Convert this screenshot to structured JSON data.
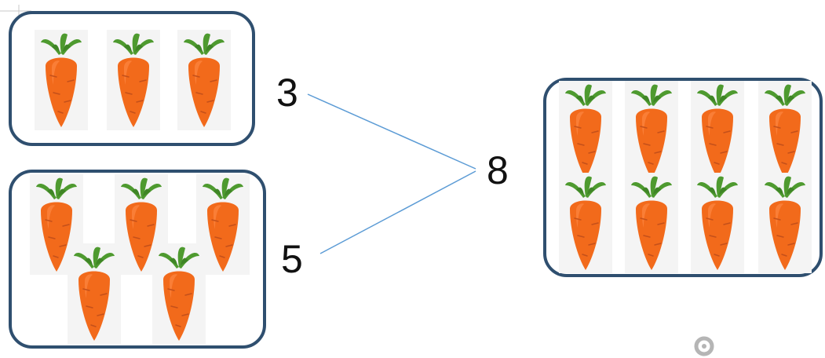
{
  "numbers": {
    "part_a": "3",
    "part_b": "5",
    "whole": "8"
  },
  "groups": {
    "top_left": {
      "carrot_count": 3
    },
    "bottom_left": {
      "carrot_count": 5
    },
    "right": {
      "carrot_count": 8
    }
  },
  "icons": {
    "carrot": "carrot-icon",
    "watermark": "gear-icon"
  },
  "colors": {
    "box_border": "#2f4f6f",
    "connector": "#5b9bd5",
    "carrot_body": "#f26a1b",
    "carrot_leaves": "#4e9a2f",
    "number_text": "#111111"
  }
}
